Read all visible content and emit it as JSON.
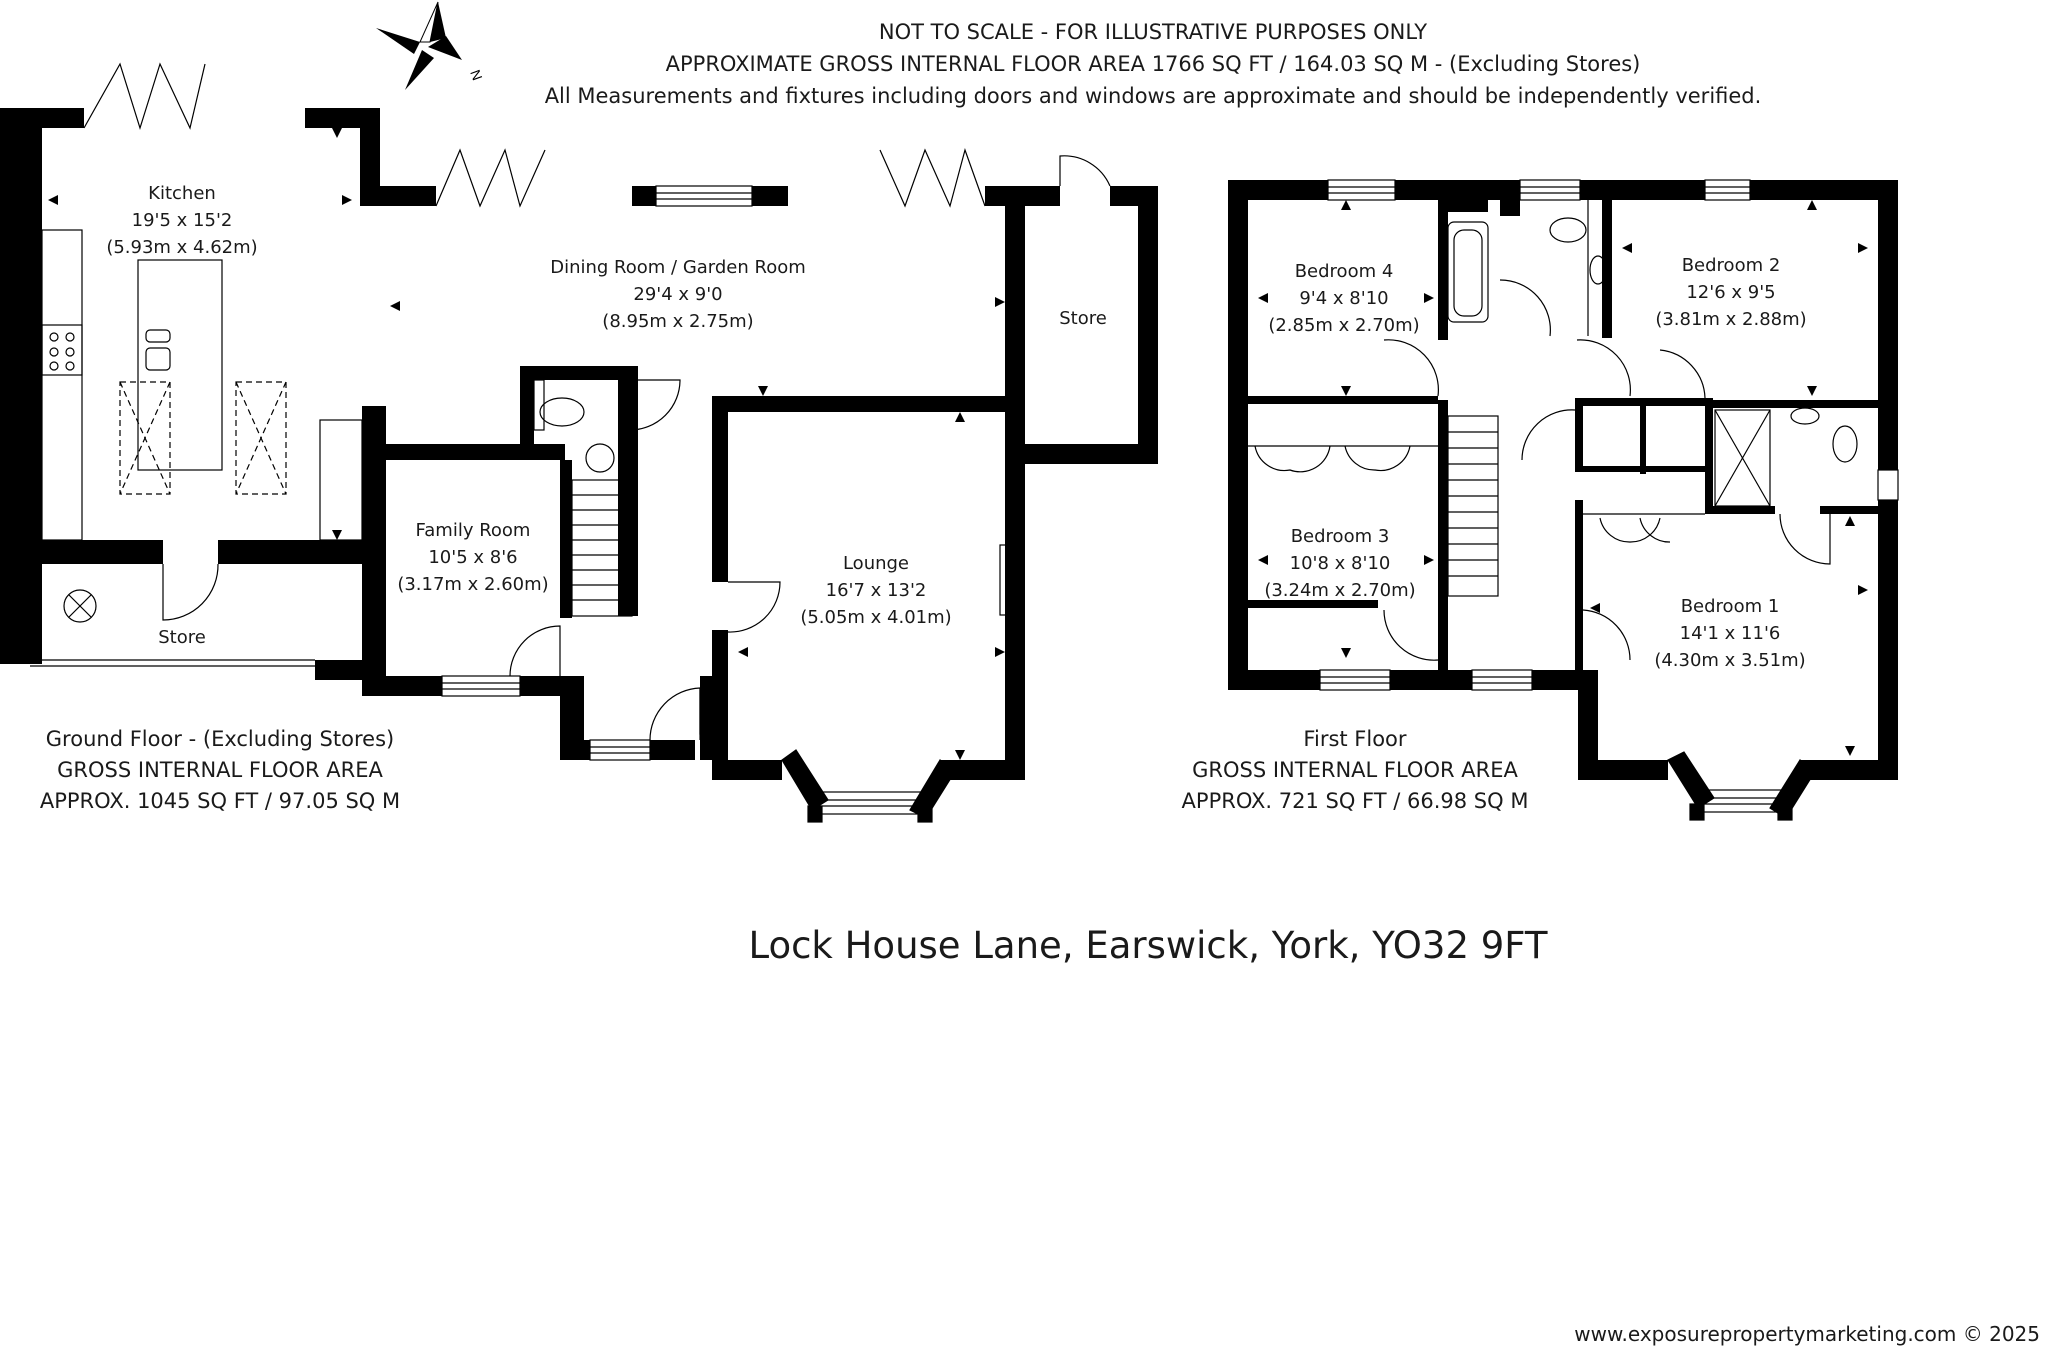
{
  "header": {
    "line1": "NOT TO SCALE - FOR ILLUSTRATIVE PURPOSES ONLY",
    "line2": "APPROXIMATE GROSS INTERNAL FLOOR AREA 1766 SQ FT / 164.03 SQ M - (Excluding Stores)",
    "line3": "All Measurements and fixtures including doors and windows are approximate and should be independently verified."
  },
  "compass": {
    "label": "N"
  },
  "ground_floor": {
    "rooms": {
      "kitchen": {
        "name": "Kitchen",
        "imperial": "19'5 x 15'2",
        "metric": "(5.93m x 4.62m)"
      },
      "dining": {
        "name": "Dining Room / Garden Room",
        "imperial": "29'4 x 9'0",
        "metric": "(8.95m x 2.75m)"
      },
      "store_right": {
        "name": "Store"
      },
      "family": {
        "name": "Family Room",
        "imperial": "10'5 x 8'6",
        "metric": "(3.17m x 2.60m)"
      },
      "lounge": {
        "name": "Lounge",
        "imperial": "16'7 x 13'2",
        "metric": "(5.05m x 4.01m)"
      },
      "store_left": {
        "name": "Store"
      }
    },
    "summary": {
      "line1": "Ground Floor - (Excluding Stores)",
      "line2": "GROSS INTERNAL FLOOR AREA",
      "line3": "APPROX. 1045 SQ FT / 97.05 SQ M"
    }
  },
  "first_floor": {
    "rooms": {
      "bedroom4": {
        "name": "Bedroom 4",
        "imperial": "9'4 x 8'10",
        "metric": "(2.85m x 2.70m)"
      },
      "bedroom2": {
        "name": "Bedroom 2",
        "imperial": "12'6 x 9'5",
        "metric": "(3.81m x 2.88m)"
      },
      "bedroom3": {
        "name": "Bedroom 3",
        "imperial": "10'8 x 8'10",
        "metric": "(3.24m x 2.70m)"
      },
      "bedroom1": {
        "name": "Bedroom 1",
        "imperial": "14'1 x 11'6",
        "metric": "(4.30m x 3.51m)"
      }
    },
    "summary": {
      "line1": "First Floor",
      "line2": "GROSS INTERNAL FLOOR AREA",
      "line3": "APPROX. 721 SQ FT / 66.98 SQ M"
    }
  },
  "address": "Lock House Lane, Earswick, York, YO32 9FT",
  "footer": "www.exposurepropertymarketing.com © 2025"
}
